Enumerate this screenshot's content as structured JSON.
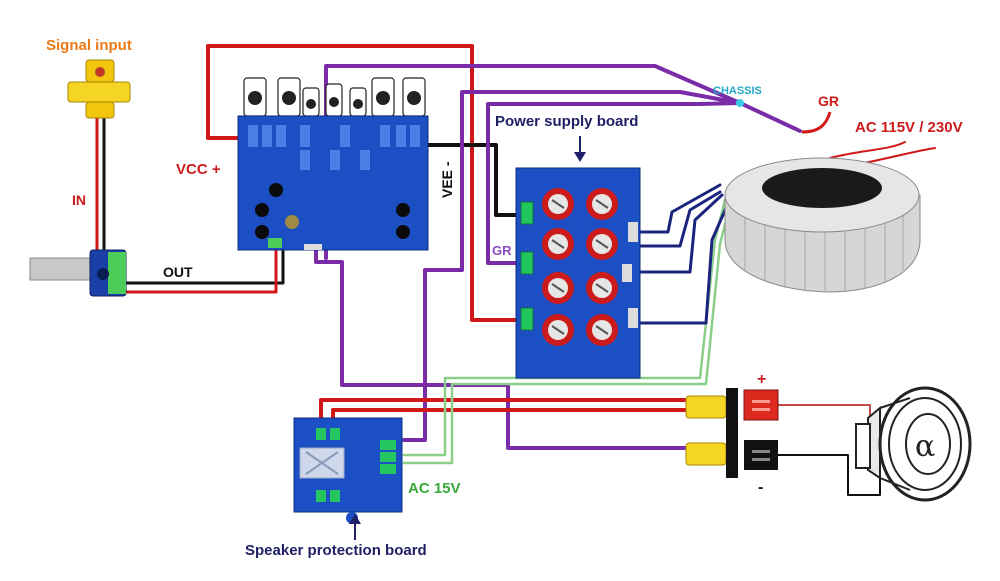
{
  "labels": {
    "signal_input": "Signal input",
    "in": "IN",
    "vcc": "VCC +",
    "out": "OUT",
    "vee": "VEE -",
    "power_supply_board": "Power supply board",
    "chassis": "CHASSIS",
    "gr_mains": "GR",
    "ac_mains": "AC 115V / 230V",
    "gr_psu": "GR",
    "ac_15v": "AC 15V",
    "speaker_protection_board": "Speaker protection board",
    "plus": "+",
    "minus": "-"
  },
  "colors": {
    "red_wire": "#d01818",
    "purple_wire": "#7a2ca8",
    "navy_wire": "#1a237e",
    "green_wire": "#8ad08a",
    "black_wire": "#111111",
    "board_blue": "#1d4fc4",
    "capacitor_red": "#cc1b1b",
    "connector_green": "#22c55e",
    "label_orange": "#ec7a18",
    "label_red": "#cc1b1b",
    "label_navy": "#1f1f66",
    "label_green": "#3aaa3a",
    "label_purple": "#8a4cc0",
    "label_cyan": "#22a8c8"
  },
  "icons": {
    "rca_jack": "rca-jack-icon",
    "potentiometer": "potentiometer-icon",
    "amplifier_board": "amplifier-board-icon",
    "power_supply_board": "power-supply-board-icon",
    "toroidal_transformer": "toroidal-transformer-icon",
    "speaker_protection_board": "speaker-protection-board-icon",
    "speaker_terminal": "speaker-terminal-icon",
    "loudspeaker": "loudspeaker-icon"
  }
}
